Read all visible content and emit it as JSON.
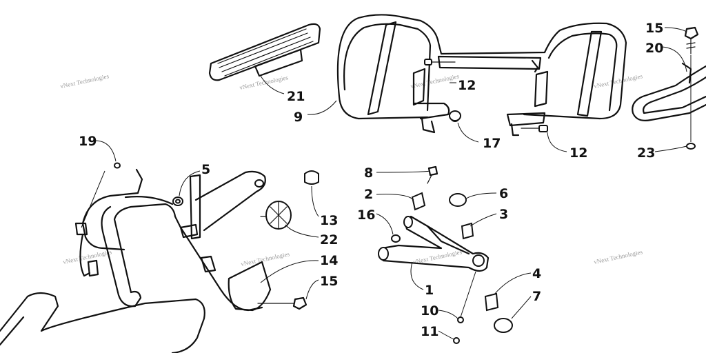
{
  "watermark": "vNext Technologies",
  "callouts": [
    {
      "id": "c21",
      "label": "21"
    },
    {
      "id": "c9",
      "label": "9"
    },
    {
      "id": "c12a",
      "label": "12"
    },
    {
      "id": "c17",
      "label": "17"
    },
    {
      "id": "c12b",
      "label": "12"
    },
    {
      "id": "c15a",
      "label": "15"
    },
    {
      "id": "c20",
      "label": "20"
    },
    {
      "id": "c23",
      "label": "23"
    },
    {
      "id": "c19",
      "label": "19"
    },
    {
      "id": "c5",
      "label": "5"
    },
    {
      "id": "c13",
      "label": "13"
    },
    {
      "id": "c22",
      "label": "22"
    },
    {
      "id": "c14",
      "label": "14"
    },
    {
      "id": "c15b",
      "label": "15"
    },
    {
      "id": "c8",
      "label": "8"
    },
    {
      "id": "c2",
      "label": "2"
    },
    {
      "id": "c16",
      "label": "16"
    },
    {
      "id": "c6",
      "label": "6"
    },
    {
      "id": "c3",
      "label": "3"
    },
    {
      "id": "c1",
      "label": "1"
    },
    {
      "id": "c4",
      "label": "4"
    },
    {
      "id": "c7",
      "label": "7"
    },
    {
      "id": "c10",
      "label": "10"
    },
    {
      "id": "c11",
      "label": "11"
    }
  ]
}
